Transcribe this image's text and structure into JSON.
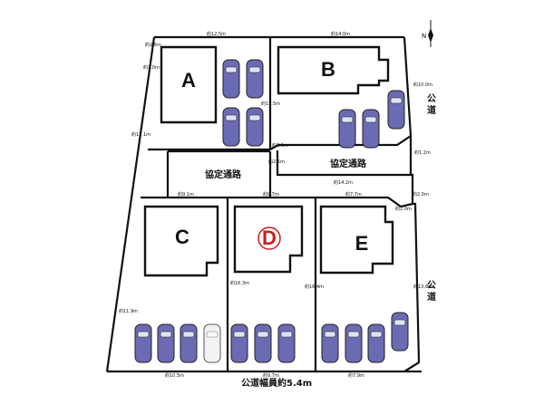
{
  "lots": {
    "a": {
      "label": "A"
    },
    "b": {
      "label": "B"
    },
    "c": {
      "label": "C"
    },
    "d": {
      "label": "D",
      "highlight_color": "#cc1f1f"
    },
    "e": {
      "label": "E"
    }
  },
  "roads": {
    "private_road_left": "協定通路",
    "private_road_right": "協定通路",
    "public_road_east_top": "公道",
    "public_road_east_bottom": "公道",
    "public_road_south": "公道幅員約5.4m"
  },
  "compass": {
    "north": "N"
  },
  "dimensions": {
    "top_left": "約12.5m",
    "top_right": "約14.0m",
    "left_a1": "約2.6m",
    "left_a2": "約2.0m",
    "left_mid": "約12.1m",
    "left_bottom": "約11.9m",
    "a_right": "約11.5m",
    "a_corner": "約2.0m",
    "b_east": "約10.0m",
    "private_road_width": "約2.5m",
    "private_road_length": "約14.2m",
    "east_small": "約1.2m",
    "c_top": "約9.1m",
    "d_top": "約9.7m",
    "e_top": "約7.7m",
    "e_corner": "約2.0m",
    "d_left": "約16.3m",
    "d_right": "約16.4m",
    "e_east": "約13.8m",
    "c_bottom": "約10.5m",
    "d_bottom": "約9.7m",
    "e_bottom": "約7.9m",
    "east_gap": "約2.0m"
  },
  "colors": {
    "car_blue": "#6a6bb3",
    "line": "#111111",
    "highlight": "#cc1f1f"
  }
}
